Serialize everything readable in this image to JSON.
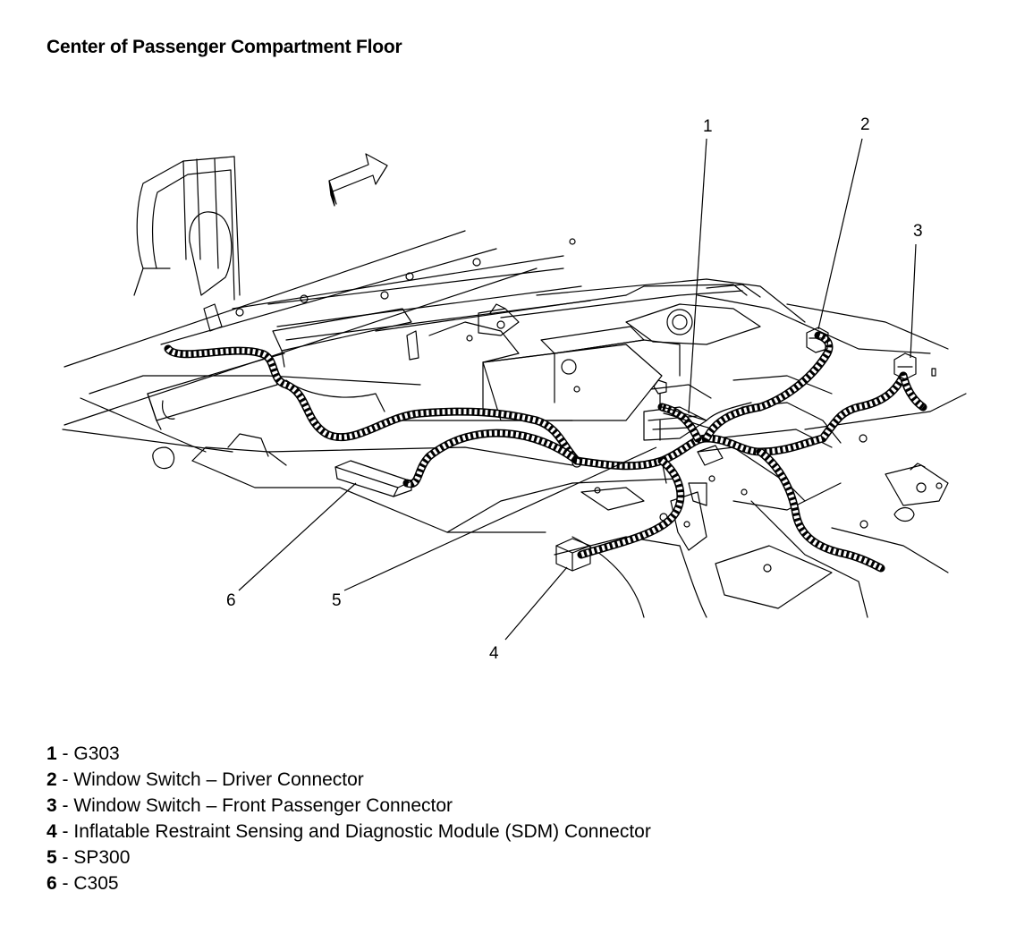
{
  "title": "Center of Passenger Compartment Floor",
  "callouts": [
    {
      "id": "1",
      "label": "1"
    },
    {
      "id": "2",
      "label": "2"
    },
    {
      "id": "3",
      "label": "3"
    },
    {
      "id": "4",
      "label": "4"
    },
    {
      "id": "5",
      "label": "5"
    },
    {
      "id": "6",
      "label": "6"
    }
  ],
  "legend": [
    {
      "num": "1",
      "sep": " - ",
      "text": "G303"
    },
    {
      "num": "2",
      "sep": " - ",
      "text": "Window Switch – Driver Connector"
    },
    {
      "num": "3",
      "sep": " - ",
      "text": "Window Switch – Front Passenger Connector"
    },
    {
      "num": "4",
      "sep": " - ",
      "text": "Inflatable Restraint Sensing and Diagnostic Module (SDM) Connector"
    },
    {
      "num": "5",
      "sep": " - ",
      "text": "SP300"
    },
    {
      "num": "6",
      "sep": " - ",
      "text": "C305"
    }
  ]
}
